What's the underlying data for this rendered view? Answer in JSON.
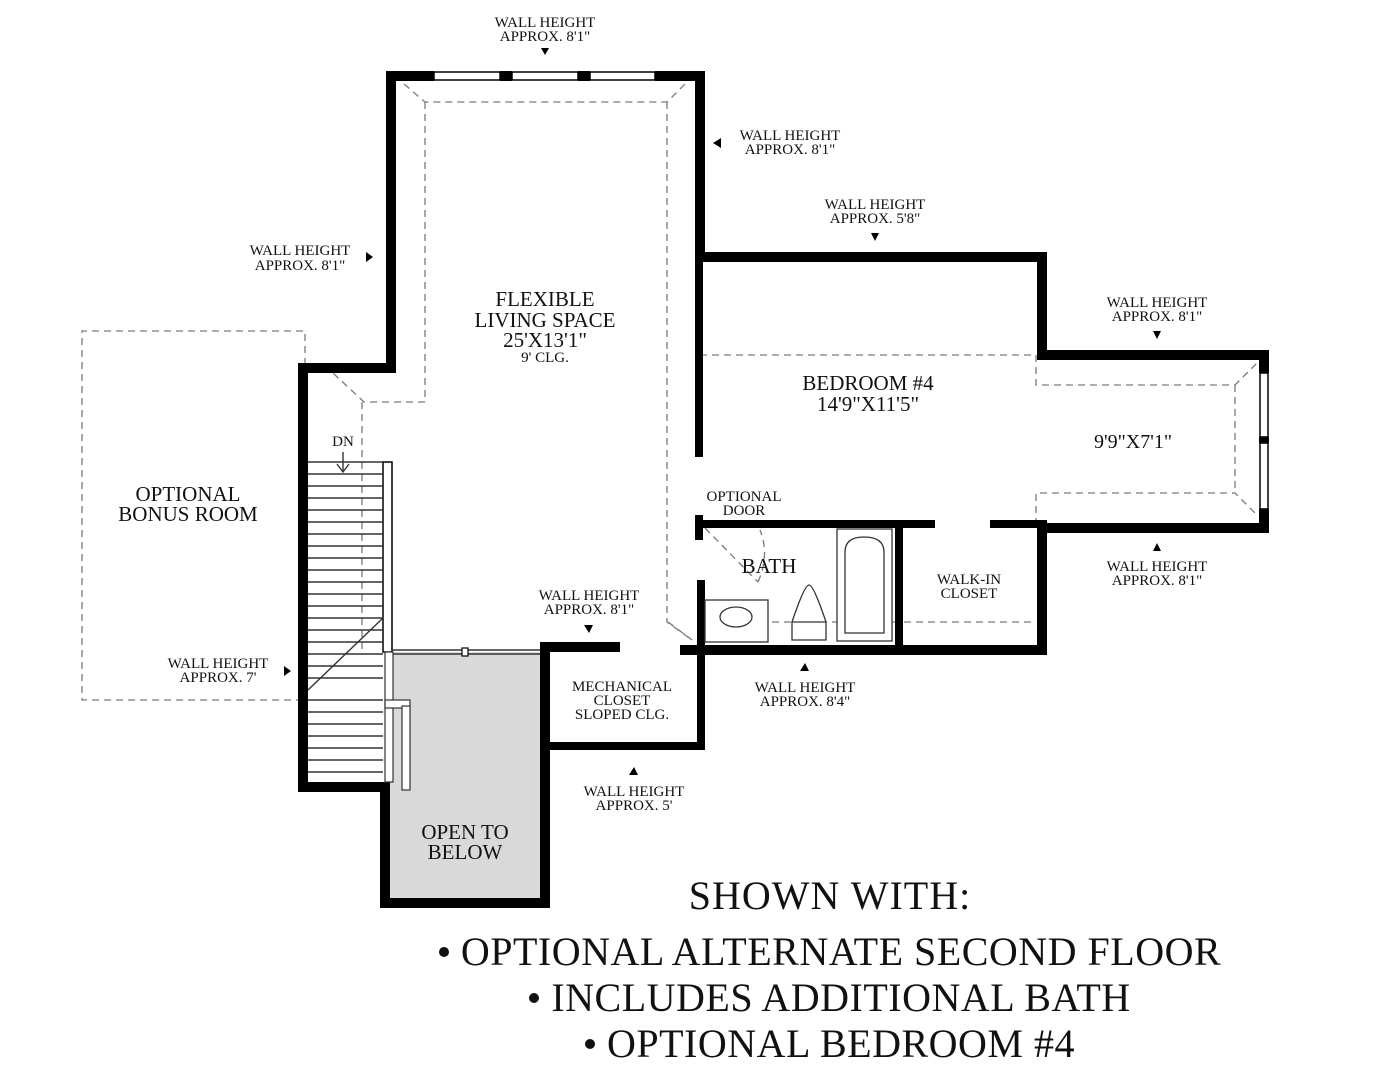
{
  "rooms": {
    "flexible_line1": "FLEXIBLE",
    "flexible_line2": "LIVING SPACE",
    "flexible_dim": "25'X13'1\"",
    "flexible_clg": "9' CLG.",
    "bedroom_name": "BEDROOM #4",
    "bedroom_dim": "14'9\"X11'5\"",
    "bedroom_ext_dim": "9'9\"X7'1\"",
    "bonus_line1": "OPTIONAL",
    "bonus_line2": "BONUS ROOM",
    "bath": "BATH",
    "walkin_line1": "WALK-IN",
    "walkin_line2": "CLOSET",
    "mech_line1": "MECHANICAL",
    "mech_line2": "CLOSET",
    "mech_line3": "SLOPED CLG.",
    "open_line1": "OPEN TO",
    "open_line2": "BELOW",
    "opt_door_line1": "OPTIONAL",
    "opt_door_line2": "DOOR",
    "stair_dn": "DN"
  },
  "wall_labels": {
    "top": [
      "WALL HEIGHT",
      "APPROX. 8'1\""
    ],
    "right_upper": [
      "WALL HEIGHT",
      "APPROX. 8'1\""
    ],
    "left_upper": [
      "WALL HEIGHT",
      "APPROX. 8'1\""
    ],
    "bedroom_top": [
      "WALL HEIGHT",
      "APPROX. 5'8\""
    ],
    "ext_top": [
      "WALL HEIGHT",
      "APPROX. 8'1\""
    ],
    "ext_bottom": [
      "WALL HEIGHT",
      "APPROX. 8'1\""
    ],
    "living_bottom": [
      "WALL HEIGHT",
      "APPROX. 8'1\""
    ],
    "stair_left": [
      "WALL HEIGHT",
      "APPROX. 7'"
    ],
    "bath_bottom": [
      "WALL HEIGHT",
      "APPROX. 8'4\""
    ],
    "mech_bottom": [
      "WALL HEIGHT",
      "APPROX. 5'"
    ]
  },
  "notes": {
    "heading": "SHOWN WITH:",
    "items": [
      "OPTIONAL ALTERNATE SECOND FLOOR",
      "INCLUDES ADDITIONAL BATH",
      "OPTIONAL BEDROOM #4"
    ]
  },
  "colors": {
    "wall": "#000000",
    "open_to_below": "#d9d9d9",
    "dashed_lines": "#7a7a7a"
  }
}
